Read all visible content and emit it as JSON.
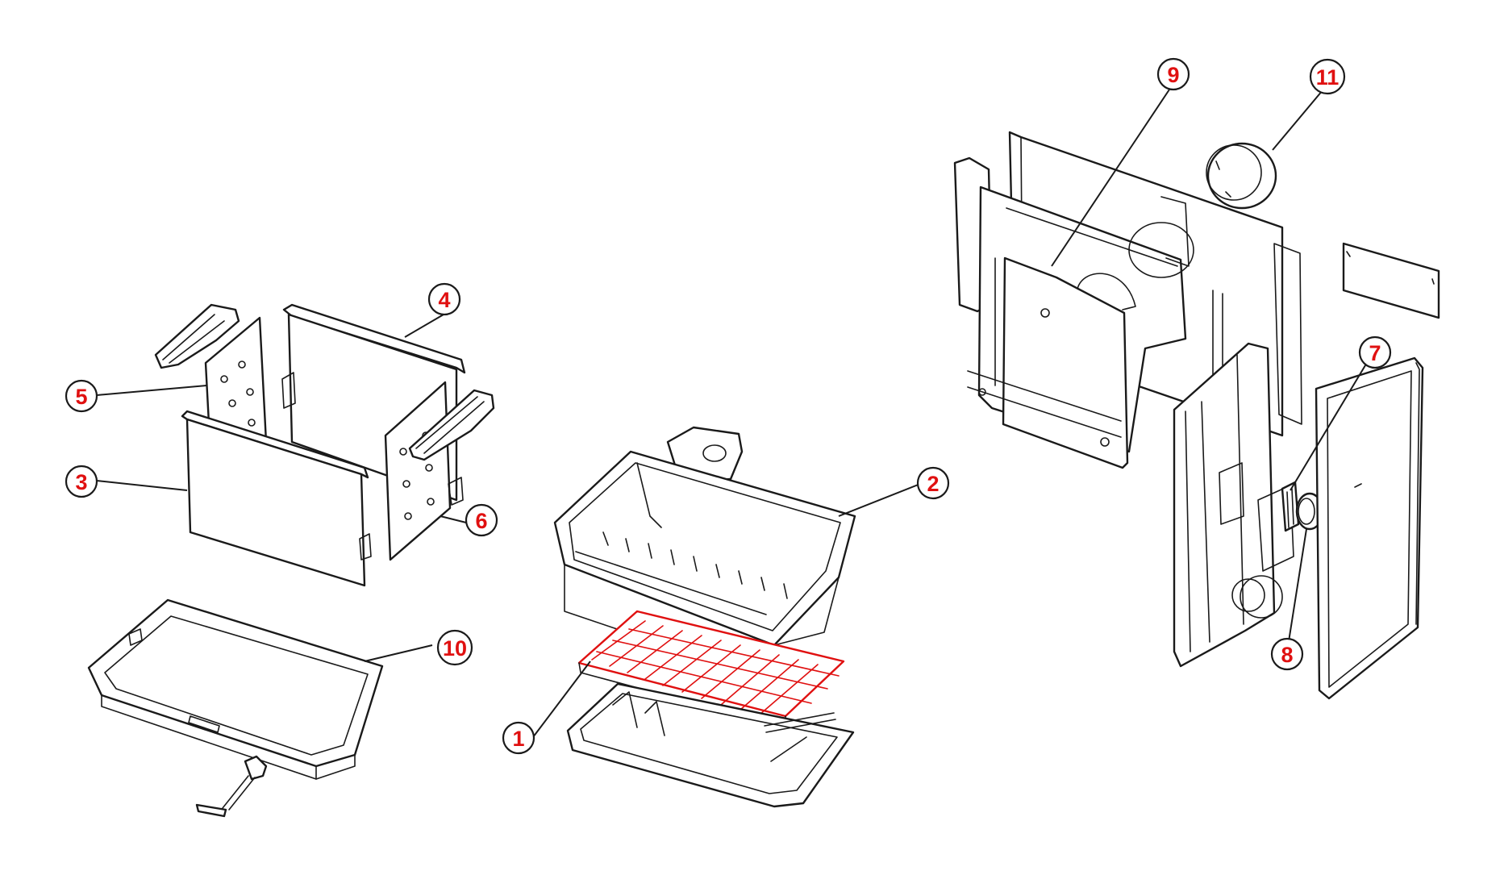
{
  "callouts": [
    {
      "id": "1",
      "label": "1"
    },
    {
      "id": "2",
      "label": "2"
    },
    {
      "id": "3",
      "label": "3"
    },
    {
      "id": "4",
      "label": "4"
    },
    {
      "id": "5",
      "label": "5"
    },
    {
      "id": "6",
      "label": "6"
    },
    {
      "id": "7",
      "label": "7"
    },
    {
      "id": "8",
      "label": "8"
    },
    {
      "id": "9",
      "label": "9"
    },
    {
      "id": "10",
      "label": "10"
    },
    {
      "id": "11",
      "label": "11"
    }
  ],
  "colors": {
    "line": "#1a1a1a",
    "highlight": "#e01010",
    "background": "#ffffff"
  }
}
